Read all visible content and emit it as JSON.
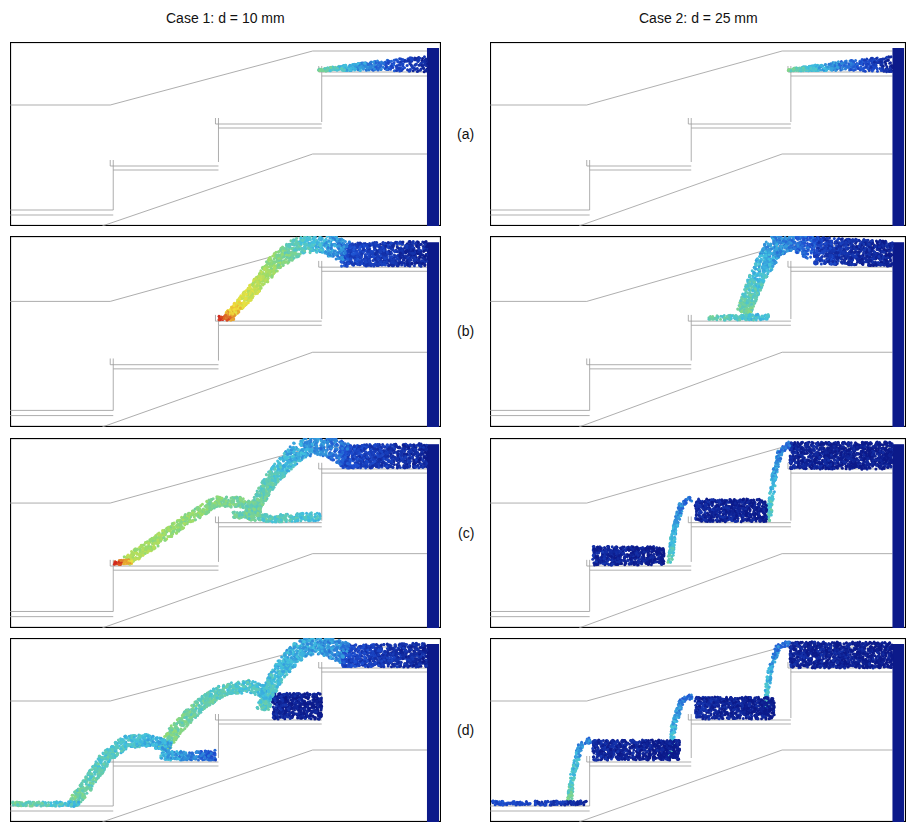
{
  "diagram": {
    "labels": [
      "Case 1: d = 10 mm",
      "Case 2: d = 25 mm",
      "(a)",
      "(b)",
      "(c)",
      "(d)"
    ]
  }
}
